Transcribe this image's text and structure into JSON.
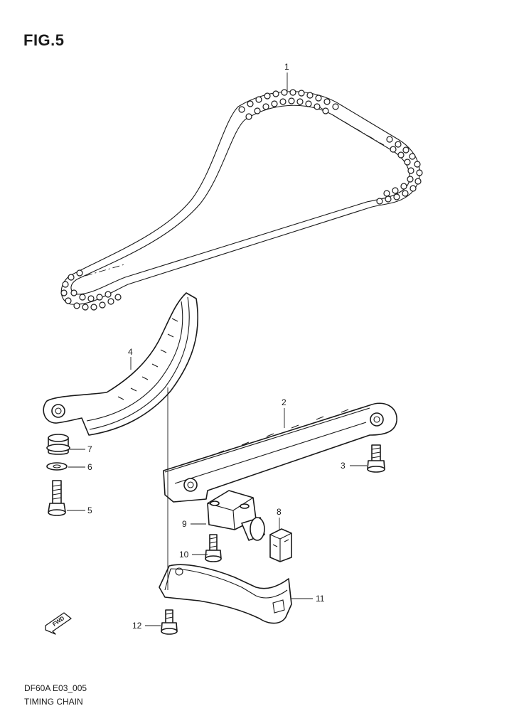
{
  "figure": {
    "title": "FIG.5",
    "code": "DF60A E03_005",
    "name": "TIMING CHAIN"
  },
  "fwd_label": "FWD",
  "callouts": [
    {
      "id": "c1",
      "label": "1"
    },
    {
      "id": "c2",
      "label": "2"
    },
    {
      "id": "c3",
      "label": "3"
    },
    {
      "id": "c4",
      "label": "4"
    },
    {
      "id": "c5",
      "label": "5"
    },
    {
      "id": "c6",
      "label": "6"
    },
    {
      "id": "c7",
      "label": "7"
    },
    {
      "id": "c8",
      "label": "8"
    },
    {
      "id": "c9",
      "label": "9"
    },
    {
      "id": "c10",
      "label": "10"
    },
    {
      "id": "c11",
      "label": "11"
    },
    {
      "id": "c12",
      "label": "12"
    }
  ]
}
